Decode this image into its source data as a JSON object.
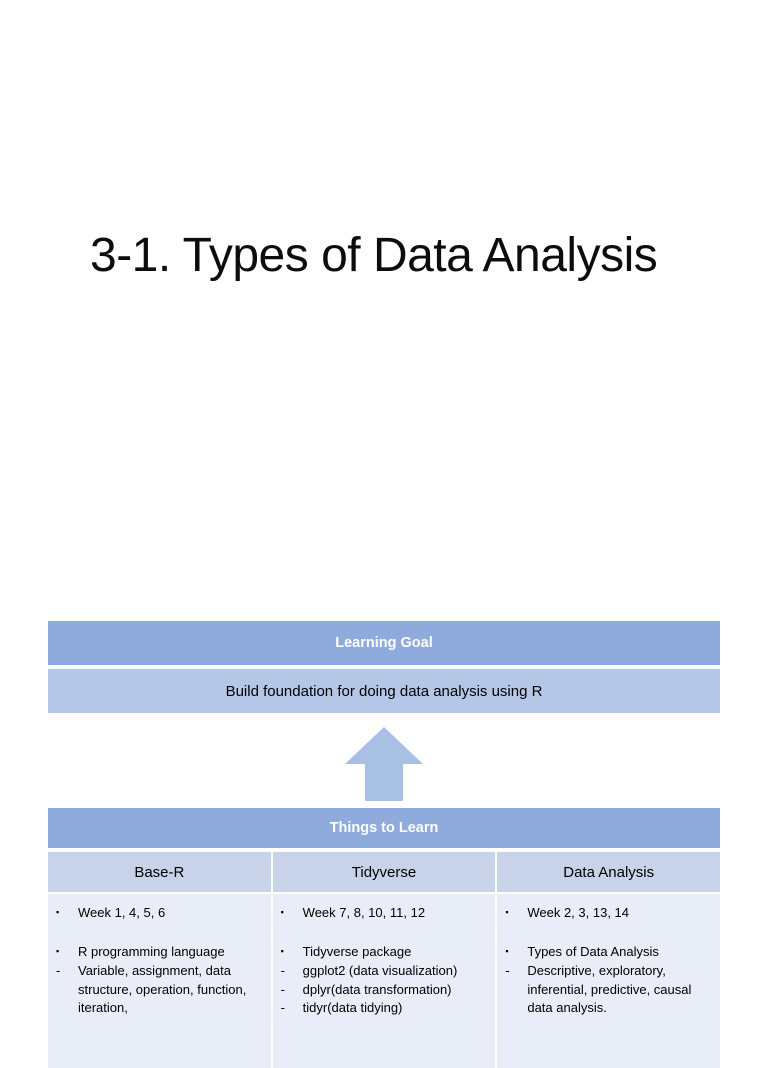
{
  "slide": {
    "title": "3-1. Types of Data Analysis"
  },
  "learning_goal": {
    "header": "Learning Goal",
    "body": "Build foundation for doing data analysis using R",
    "arrow_icon": "up-arrow-icon"
  },
  "things_to_learn": {
    "header": "Things to Learn",
    "columns": [
      {
        "title": "Base-R",
        "blocks": [
          {
            "bullet": "▪",
            "text": "Week 1, 4, 5, 6",
            "subs": []
          },
          {
            "bullet": "▪",
            "text": "R programming language",
            "subs": [
              {
                "mark": "-",
                "text": "Variable, assignment, data structure, operation, function, iteration,"
              }
            ]
          }
        ]
      },
      {
        "title": "Tidyverse",
        "blocks": [
          {
            "bullet": "▪",
            "text": "Week 7, 8, 10, 11, 12",
            "subs": []
          },
          {
            "bullet": "▪",
            "text": "Tidyverse package",
            "subs": [
              {
                "mark": "-",
                "text": "ggplot2 (data visualization)"
              },
              {
                "mark": "-",
                "text": "dplyr(data transformation)"
              },
              {
                "mark": "-",
                "text": "tidyr(data tidying)"
              }
            ]
          }
        ]
      },
      {
        "title": "Data Analysis",
        "blocks": [
          {
            "bullet": "▪",
            "text": "Week 2, 3, 13, 14",
            "subs": []
          },
          {
            "bullet": "▪",
            "text": "Types of Data Analysis",
            "subs": [
              {
                "mark": "-",
                "text": "Descriptive, exploratory, inferential, predictive, causal data analysis."
              }
            ]
          }
        ]
      }
    ]
  },
  "colors": {
    "header_blue": "#8FAADC",
    "body_blue": "#B4C7E7",
    "column_head_blue": "#C8D2E8",
    "cell_background": "#E9EDF7",
    "arrow_blue": "#A8C0E4",
    "text_dark": "#000000",
    "text_light": "#FFFFFF"
  }
}
